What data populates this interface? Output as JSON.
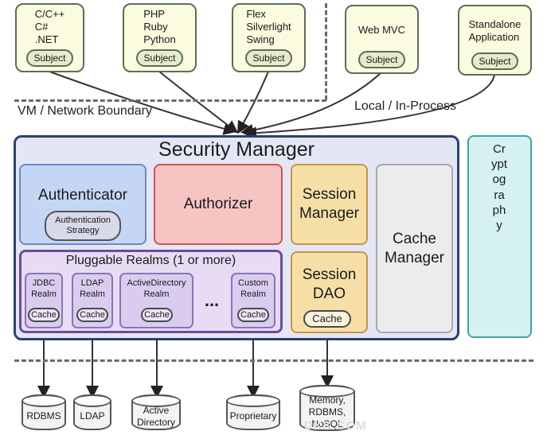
{
  "clients": [
    {
      "lines": "C/C++\nC#\n.NET",
      "subject": "Subject"
    },
    {
      "lines": "PHP\nRuby\nPython",
      "subject": "Subject"
    },
    {
      "lines": "Flex\nSilverlight\nSwing",
      "subject": "Subject"
    },
    {
      "lines": "Web MVC",
      "subject": "Subject"
    },
    {
      "lines": "Standalone\nApplication",
      "subject": "Subject"
    }
  ],
  "boundaries": {
    "vm_network": "VM / Network Boundary",
    "local": "Local / In-Process"
  },
  "security_manager": {
    "title": "Security Manager",
    "authenticator": {
      "label": "Authenticator",
      "strategy": "Authentication Strategy"
    },
    "authorizer": "Authorizer",
    "session_manager": "Session\nManager",
    "session_dao": {
      "label": "Session\nDAO",
      "cache": "Cache"
    },
    "cache_manager": "Cache\nManager",
    "realms": {
      "title": "Pluggable Realms (1 or more)",
      "items": [
        {
          "label": "JDBC\nRealm",
          "cache": "Cache"
        },
        {
          "label": "LDAP\nRealm",
          "cache": "Cache"
        },
        {
          "label": "ActiveDirectory\nRealm",
          "cache": "Cache"
        },
        {
          "label": "Custom\nRealm",
          "cache": "Cache"
        }
      ],
      "ellipsis": "..."
    }
  },
  "cryptography": "Cryptography",
  "stores": [
    "RDBMS",
    "LDAP",
    "Active\nDirectory",
    "Proprietary",
    "Memory,\nRDBMS,\nNoSQL"
  ],
  "watermark": "DKK.COM",
  "colors": {
    "security_manager_border": "#2d3f74",
    "authenticator": "#c5d6f4",
    "authorizer": "#f6c5c3",
    "session": "#f6dfa6",
    "realms": "#e7dcf4",
    "cryptography": "#d6f1f1"
  }
}
